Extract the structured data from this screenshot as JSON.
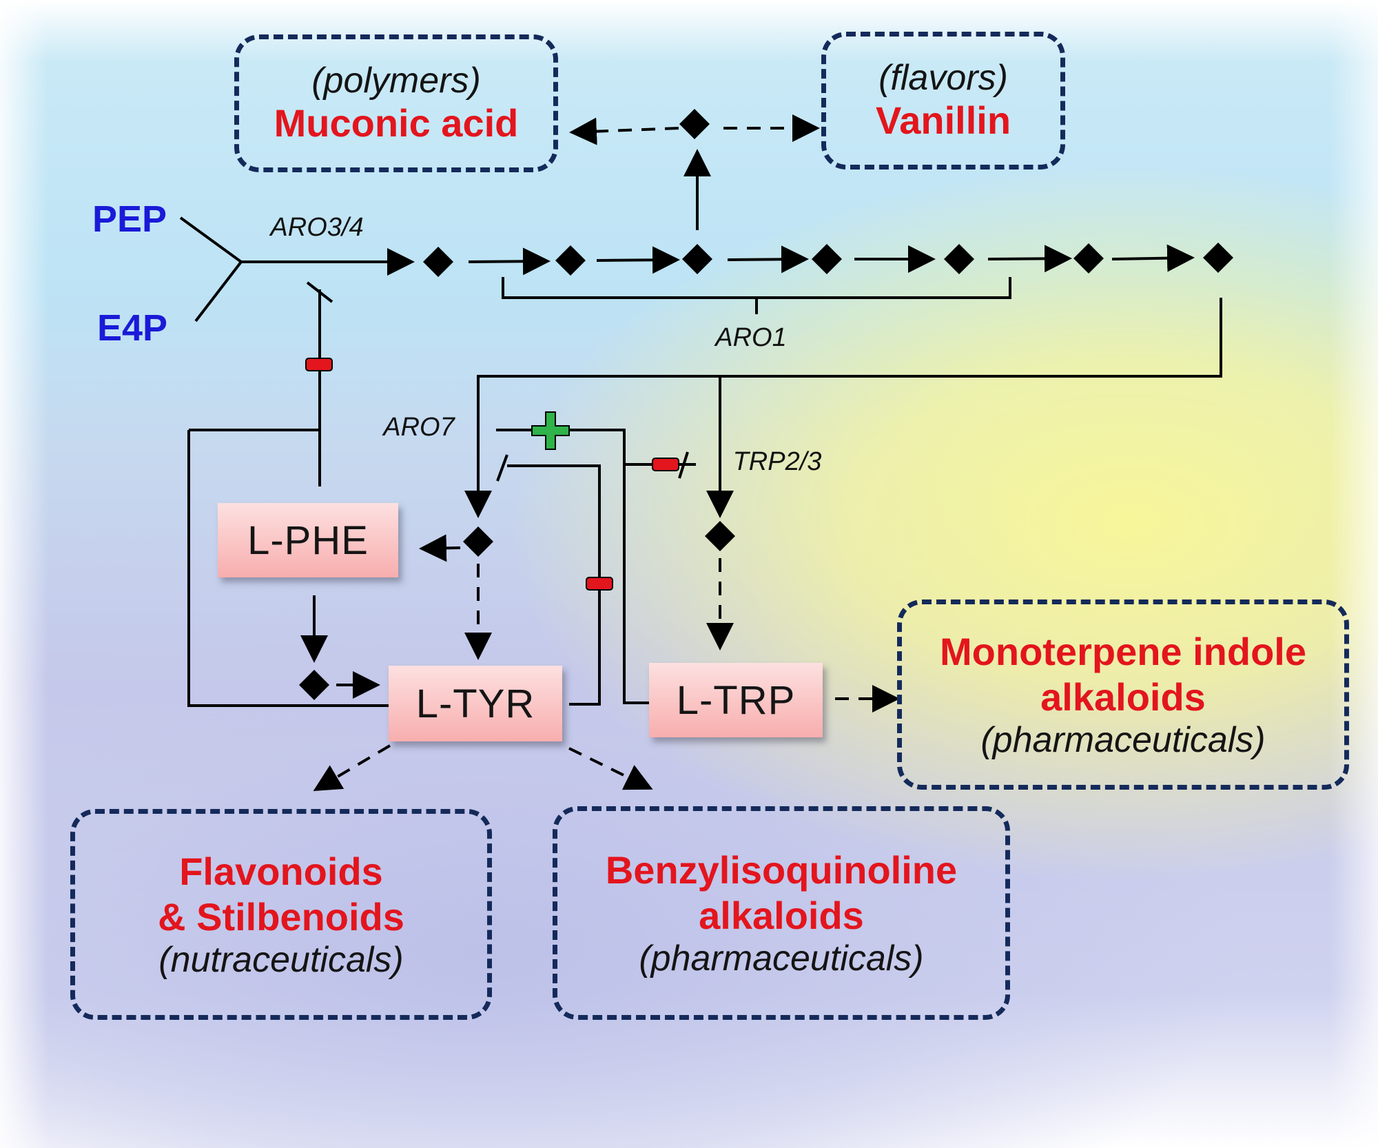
{
  "substrates": {
    "pep": "PEP",
    "e4p": "E4P"
  },
  "enzymes": {
    "aro34": "ARO3/4",
    "aro1": "ARO1",
    "aro7": "ARO7",
    "trp23": "TRP2/3"
  },
  "amino_acids": {
    "phe": "L-PHE",
    "tyr": "L-TYR",
    "trp": "L-TRP"
  },
  "products": {
    "muconic": {
      "category": "(polymers)",
      "name": "Muconic acid"
    },
    "vanillin": {
      "category": "(flavors)",
      "name": "Vanillin"
    },
    "mia": {
      "name_line1": "Monoterpene indole",
      "name_line2": "alkaloids",
      "category": "(pharmaceuticals)"
    },
    "flavonoids": {
      "name_line1": "Flavonoids",
      "name_line2": "& Stilbenoids",
      "category": "(nutraceuticals)"
    },
    "bia": {
      "name_line1": "Benzylisoquinoline",
      "name_line2": "alkaloids",
      "category": "(pharmaceuticals)"
    }
  },
  "colors": {
    "product_text": "#e3151d",
    "substrate_text": "#1a1ad8",
    "box_border": "#142a5a",
    "activation": "#2fb34a",
    "inhibition": "#e3151d"
  }
}
